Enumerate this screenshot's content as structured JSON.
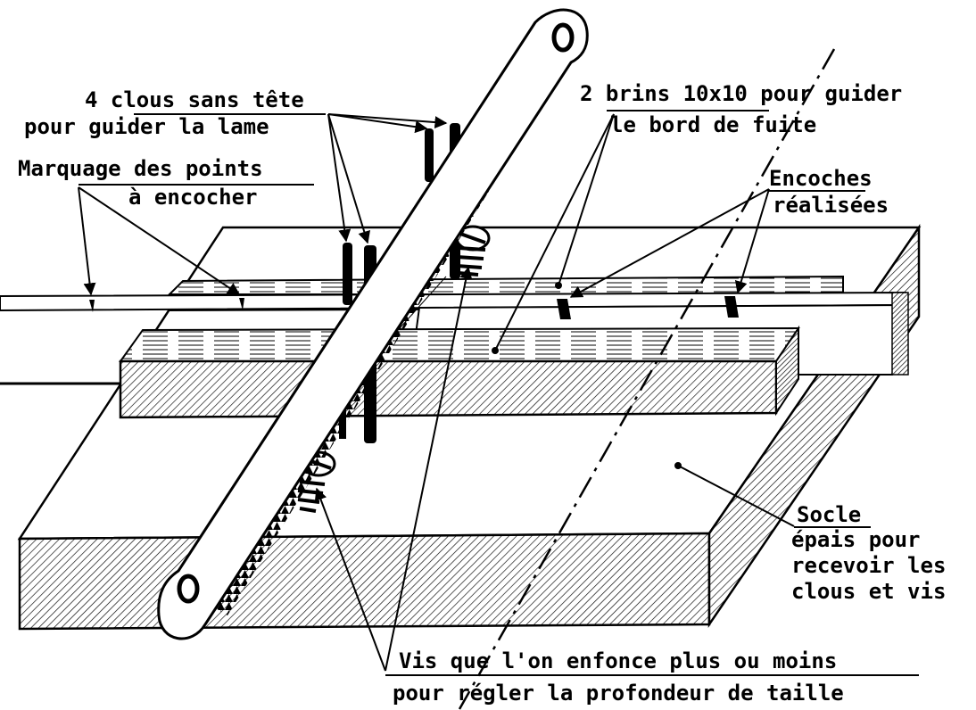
{
  "labels": {
    "clous_line1": "4 clous sans tête",
    "clous_line2": "pour guider la lame",
    "marquage_line1": "Marquage des points",
    "marquage_line2": "à encocher",
    "brins_line1": "2 brins 10x10 pour guider",
    "brins_line2": "le bord de fuite",
    "encoches_line1": "Encoches",
    "encoches_line2": "réalisées",
    "socle_line1": "Socle",
    "socle_line2": "épais pour",
    "socle_line3": "recevoir les",
    "socle_line4": "clous et vis",
    "vis_line1": "Vis que l'on enfonce plus ou moins",
    "vis_line2": "pour régler la profondeur de taille"
  },
  "colors": {
    "ink": "#000000",
    "paper": "#ffffff"
  }
}
